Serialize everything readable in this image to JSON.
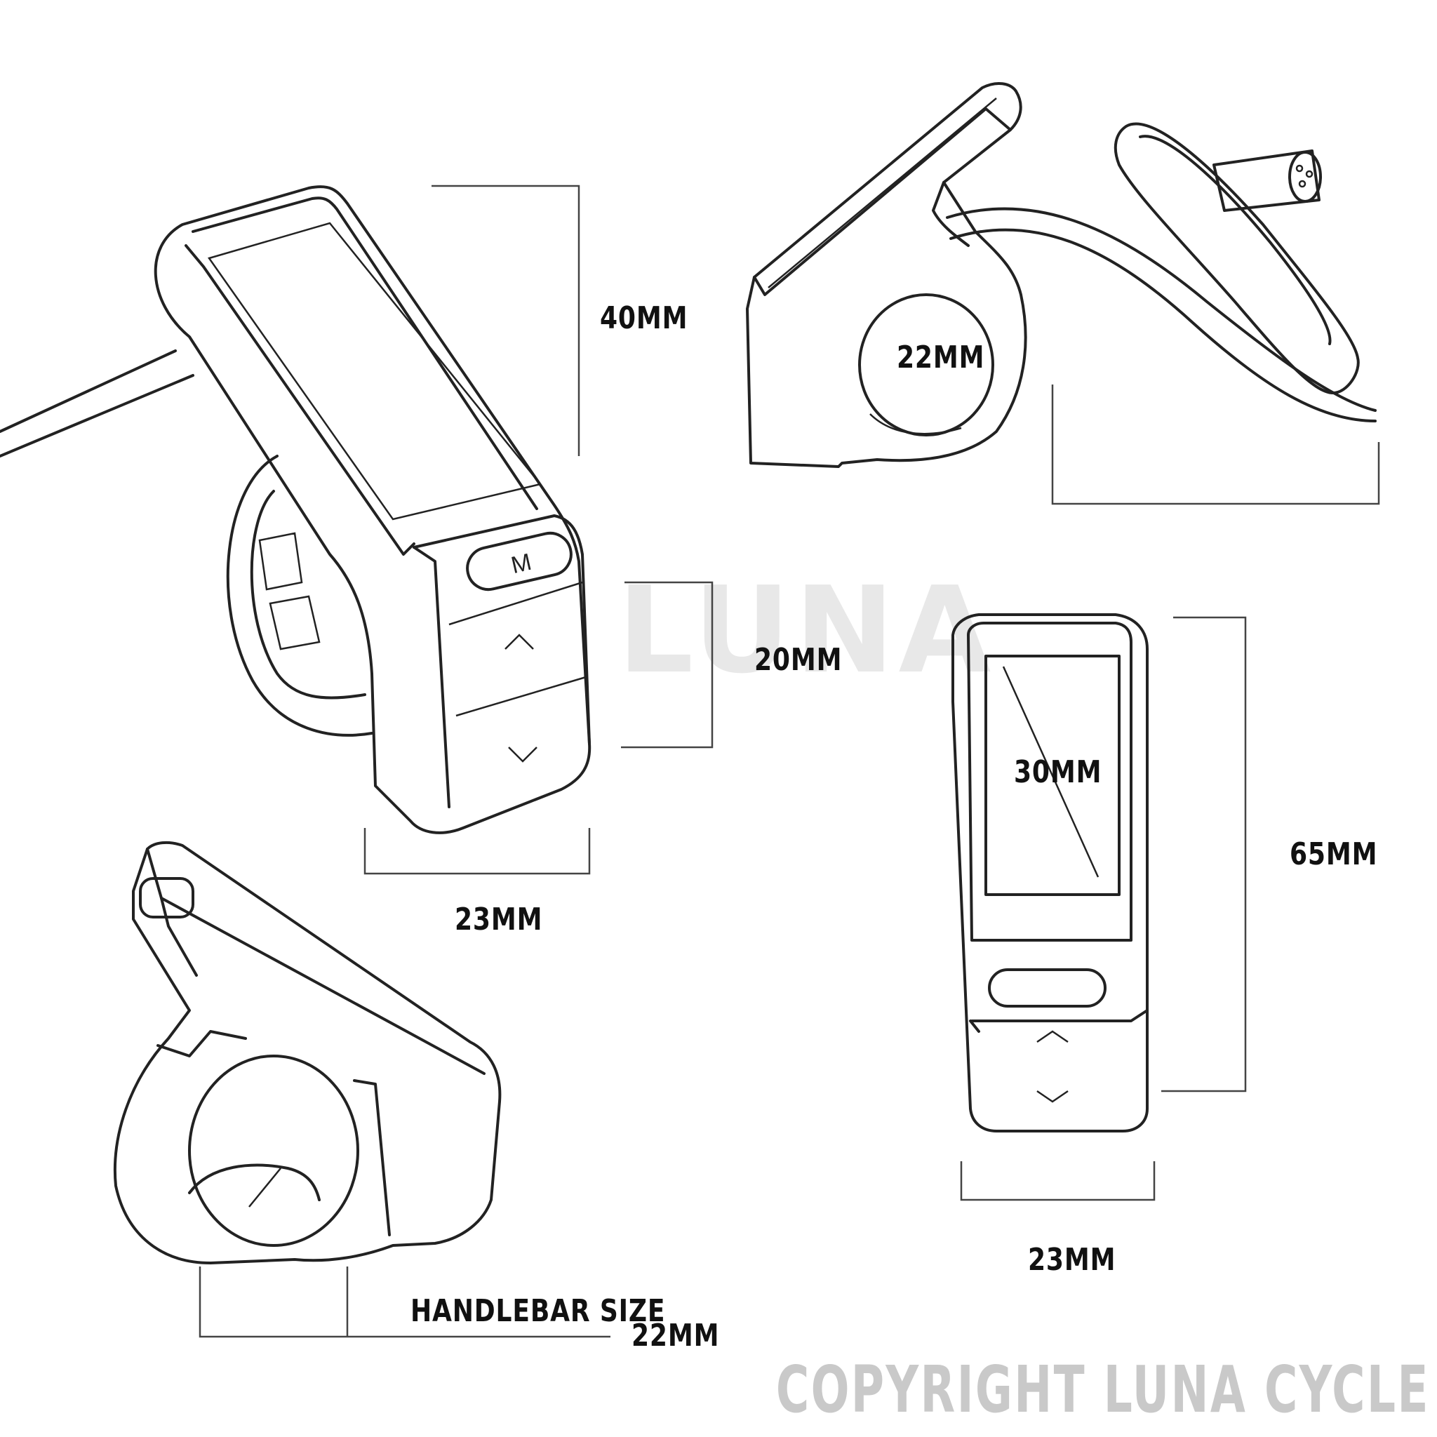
{
  "watermark": "LUNA",
  "copyright": "COPYRIGHT LUNA CYCLE",
  "button_labels": {
    "mode": "M",
    "up": "^",
    "down": "v"
  },
  "dimensions": {
    "left_view_height": "40MM",
    "left_view_buttons_height": "20MM",
    "left_view_width": "23MM",
    "side_view_clamp": "22MM",
    "front_view_screen_diagonal": "30MM",
    "front_view_height": "65MM",
    "front_view_width": "23MM",
    "handlebar_label": "HANDLEBAR SIZE",
    "handlebar_size": "22MM"
  },
  "colors": {
    "line": "#222222",
    "watermark": "#e8e8e8",
    "copyright": "#c9c9c9"
  }
}
